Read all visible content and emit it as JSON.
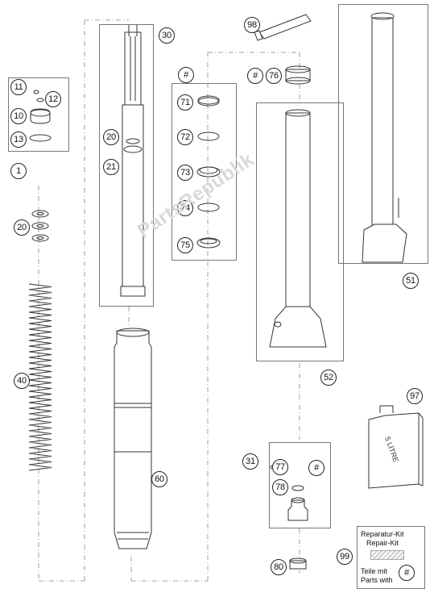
{
  "callouts": {
    "c11": "11",
    "c12": "12",
    "c10": "10",
    "c13": "13",
    "c1": "1",
    "c20a": "20",
    "c40": "40",
    "c30": "30",
    "c20b": "20",
    "c21": "21",
    "c60": "60",
    "hash1": "#",
    "c71": "71",
    "c72": "72",
    "c73": "73",
    "c74": "74",
    "c75": "75",
    "c98": "98",
    "hash2": "#",
    "c76": "76",
    "c52": "52",
    "c51": "51",
    "c97": "97",
    "c31": "31",
    "c77": "77",
    "hash3": "#",
    "c78": "78",
    "c80": "80",
    "c99": "99",
    "hash4": "#"
  },
  "kit_box": {
    "line1": "Reparatur-Kit",
    "line2": "Repair-Kit",
    "line3": "Teile mit",
    "line4": "Parts with"
  },
  "oil_can": {
    "label": "5 LITRE"
  },
  "watermark": {
    "text": "PartsRepublik"
  },
  "colors": {
    "stroke": "#333333",
    "frame": "#777777",
    "watermark": "#d9d9d9"
  }
}
